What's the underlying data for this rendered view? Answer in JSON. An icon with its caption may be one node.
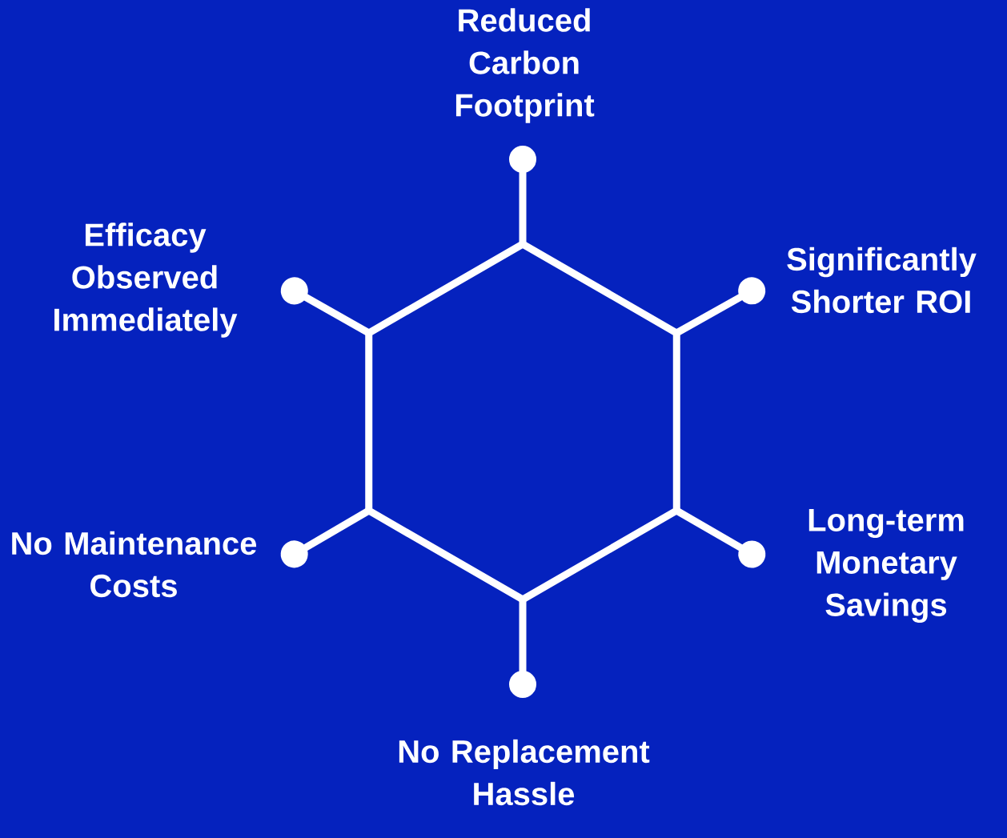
{
  "diagram": {
    "nodes": [
      {
        "text": [],
        "shape": "hexagon"
      },
      {
        "text": [
          "Reduced Carbon Footprint"
        ]
      },
      {
        "text": [
          "Significantly Shorter ROI"
        ]
      },
      {
        "text": [
          "Long-term Monetary Savings"
        ]
      },
      {
        "text": [
          "No Replacement Hassle"
        ]
      },
      {
        "text": [
          "No Maintenance Costs"
        ]
      },
      {
        "text": [
          "Efficacy Observed Immediately"
        ]
      }
    ],
    "edges": [
      {
        "from": 0,
        "to": 1,
        "arrow": "other"
      },
      {
        "from": 0,
        "to": 2,
        "arrow": "other"
      },
      {
        "from": 0,
        "to": 3,
        "arrow": "other"
      },
      {
        "from": 0,
        "to": 4,
        "arrow": "other"
      },
      {
        "from": 0,
        "to": 5,
        "arrow": "other"
      },
      {
        "from": 0,
        "to": 6,
        "arrow": "other"
      }
    ]
  }
}
